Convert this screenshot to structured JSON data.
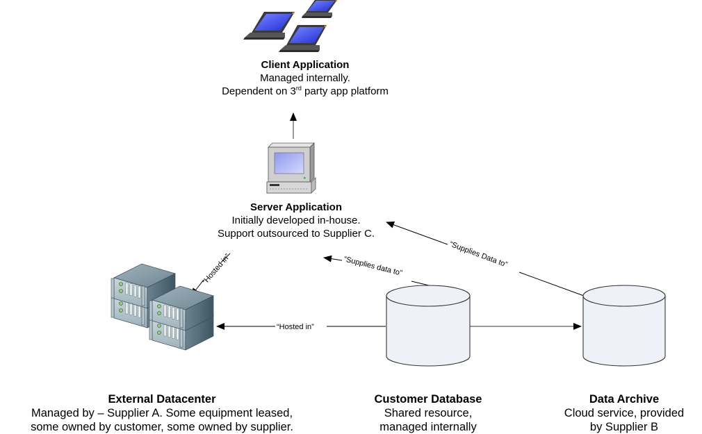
{
  "nodes": {
    "client": {
      "title": "Client Application",
      "line1": "Managed internally.",
      "line2_pre": "Dependent on 3",
      "line2_sup": "rd",
      "line2_post": " party app platform",
      "icon": "laptops-icon"
    },
    "server": {
      "title": "Server Application",
      "line1": "Initially developed in-house.",
      "line2": "Support outsourced to Supplier C.",
      "icon": "computer-icon"
    },
    "datacenter": {
      "title": "External Datacenter",
      "line1": "Managed by – Supplier A. Some equipment leased,",
      "line2": "some owned by customer, some owned by supplier.",
      "icon": "server-rack-icon"
    },
    "database": {
      "title": "Customer Database",
      "line1": "Shared resource,",
      "line2": "managed internally",
      "icon": "database-cylinder-icon"
    },
    "archive": {
      "title": "Data Archive",
      "line1": "Cloud service, provided",
      "line2": "by Supplier B",
      "icon": "database-cylinder-icon"
    }
  },
  "edges": [
    {
      "from": "server",
      "to": "client",
      "label": ""
    },
    {
      "from": "server",
      "to": "datacenter",
      "label": "“Hosted in”"
    },
    {
      "from": "database",
      "to": "datacenter",
      "label": "“Hosted in”"
    },
    {
      "from": "database",
      "to": "server",
      "label": "“Supplies data to”"
    },
    {
      "from": "archive",
      "to": "server",
      "label": "“Supplies Data to”"
    },
    {
      "from": "database",
      "to": "archive",
      "label": ""
    }
  ],
  "colors": {
    "screen_blue": "#2b3df0",
    "laptop_body": "#4a4a4a",
    "cylinder_fill": "#eef1f7",
    "server_steel": "#7f98a6",
    "arrow": "#000000"
  }
}
